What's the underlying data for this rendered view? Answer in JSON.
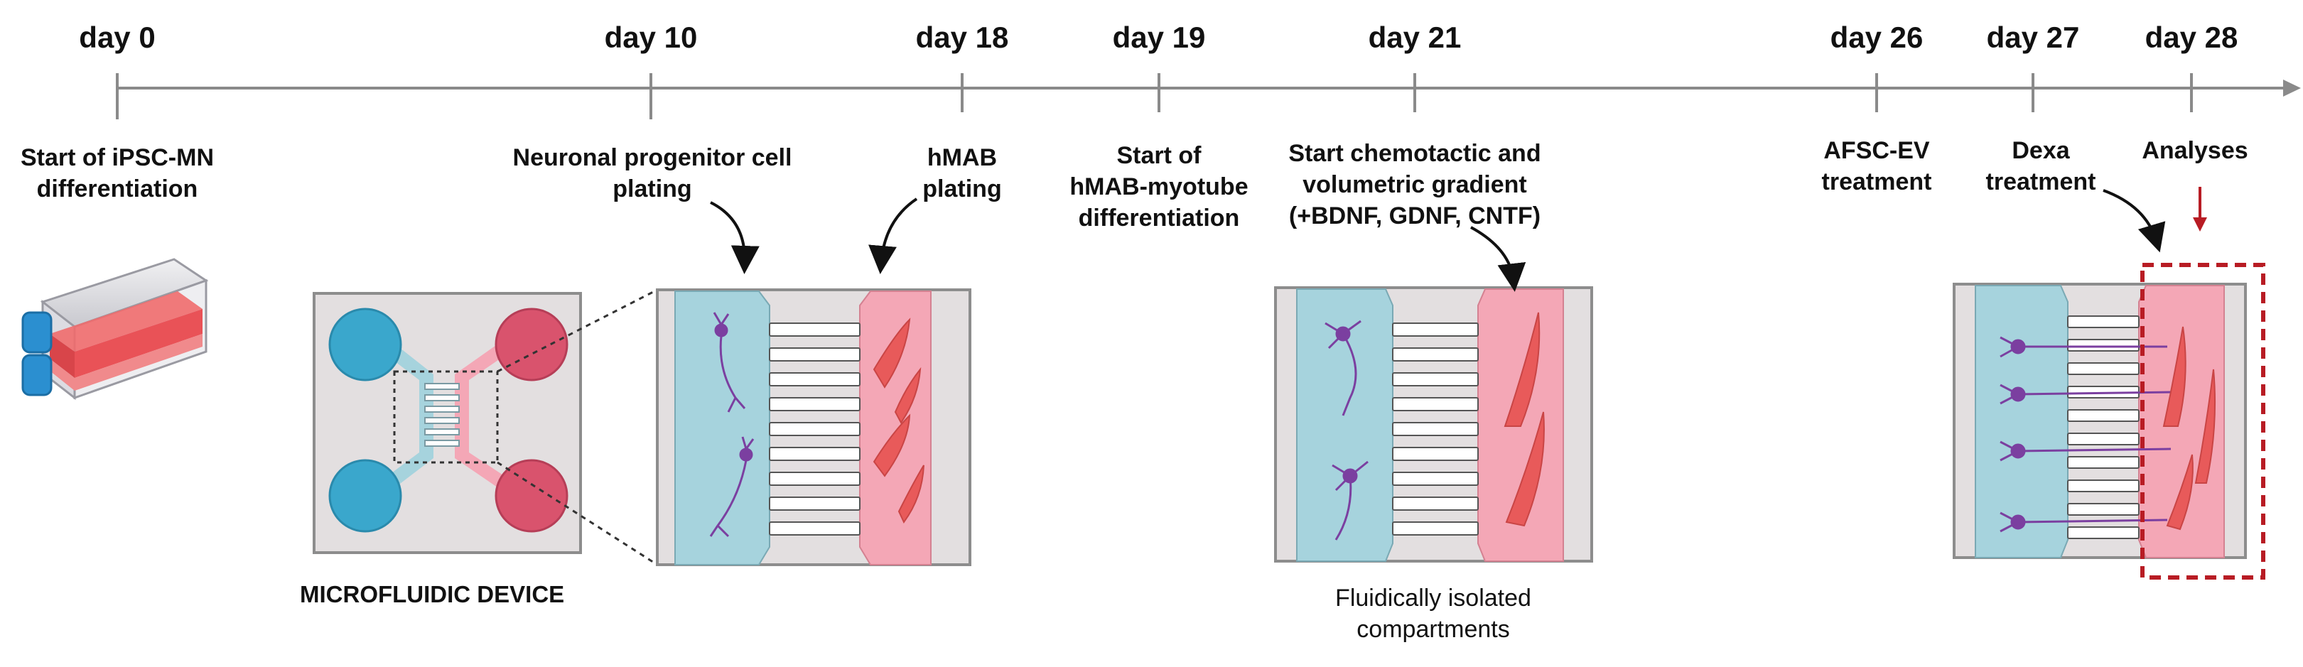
{
  "timeline": {
    "days": [
      {
        "label": "day 0"
      },
      {
        "label": "day 10"
      },
      {
        "label": "day 18"
      },
      {
        "label": "day 19"
      },
      {
        "label": "day 21"
      },
      {
        "label": "day 26"
      },
      {
        "label": "day 27"
      },
      {
        "label": "day 28"
      }
    ]
  },
  "events": {
    "day0": [
      "Start of iPSC-MN",
      "differentiation"
    ],
    "day10": [
      "Neuronal progenitor cell",
      "plating"
    ],
    "day18": [
      "hMAB",
      "plating"
    ],
    "day19": [
      "Start of",
      "hMAB-myotube",
      "differentiation"
    ],
    "day21": [
      "Start chemotactic and",
      "volumetric gradient",
      "(+BDNF, GDNF, CNTF)"
    ],
    "day26": [
      "AFSC-EV",
      "treatment"
    ],
    "day27": [
      "Dexa",
      "treatment"
    ],
    "day28": [
      "Analyses"
    ]
  },
  "device": {
    "title": "MICROFLUIDIC DEVICE"
  },
  "compartments": {
    "caption": [
      "Fluidically isolated",
      "compartments"
    ]
  },
  "colors": {
    "neuron_chamber": "#a6d3dd",
    "muscle_chamber": "#f4a7b6",
    "device_grey": "#e3dfe0",
    "well_blue": "#3aa7cc",
    "well_red": "#d9536d",
    "neuron": "#7b3fa0",
    "myotube": "#e85a5a",
    "highlight": "#b81c24"
  }
}
